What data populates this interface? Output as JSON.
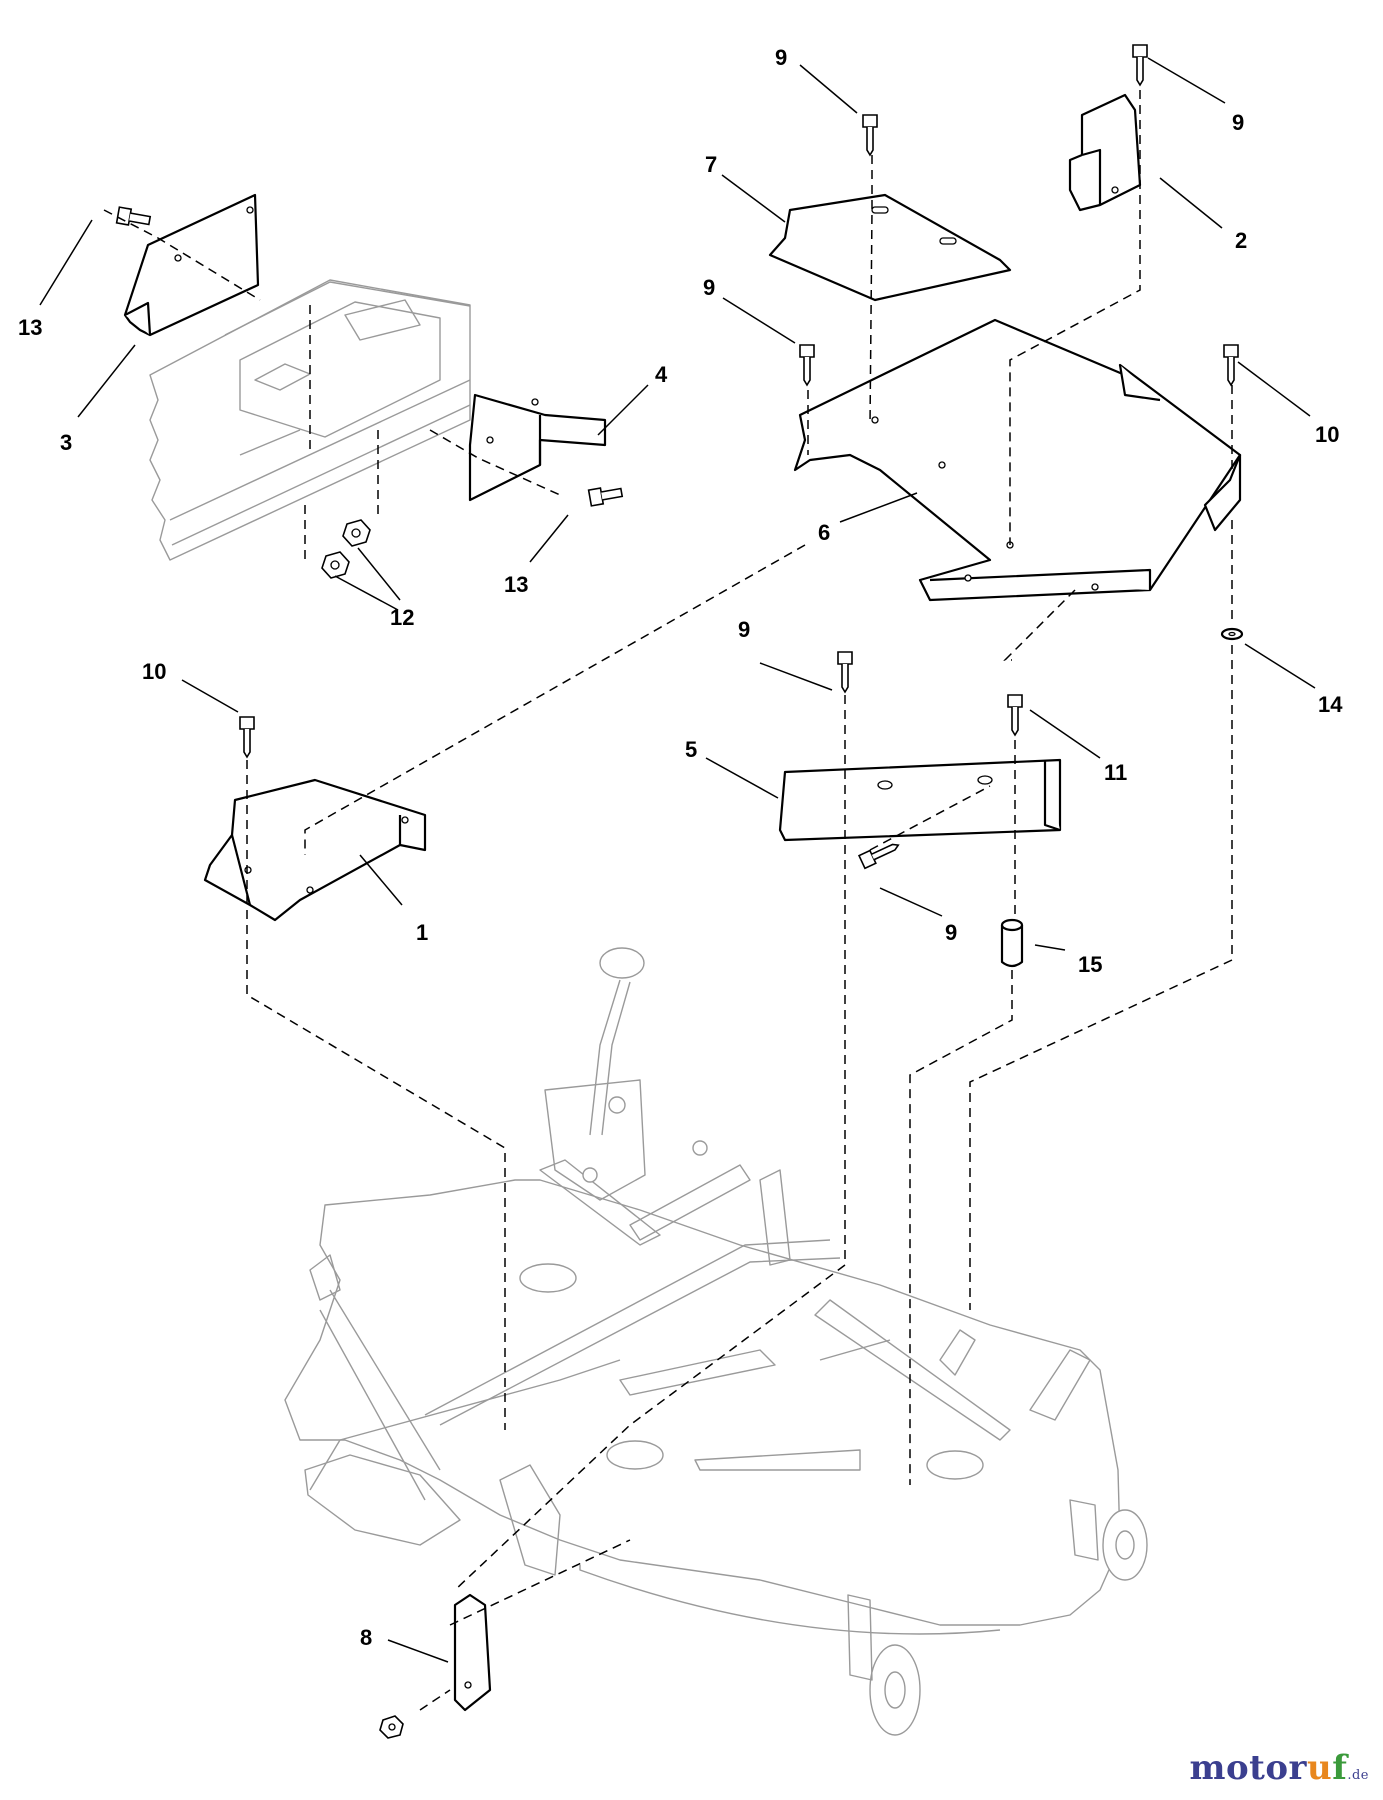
{
  "callouts": {
    "c1": "1",
    "c2": "2",
    "c3": "3",
    "c4": "4",
    "c5": "5",
    "c6": "6",
    "c7": "7",
    "c8": "8",
    "c9a": "9",
    "c9b": "9",
    "c9c": "9",
    "c9d": "9",
    "c9e": "9",
    "c10a": "10",
    "c10b": "10",
    "c11": "11",
    "c12": "12",
    "c13a": "13",
    "c13b": "13",
    "c14": "14",
    "c15": "15"
  },
  "watermark": {
    "brand_left": "motor",
    "brand_u": "u",
    "brand_right": "f",
    "tld": ".de",
    "colors": {
      "m_o_t_o_r": "#3b3f8f",
      "u": "#e8871e",
      "f": "#3b9a3b"
    }
  }
}
